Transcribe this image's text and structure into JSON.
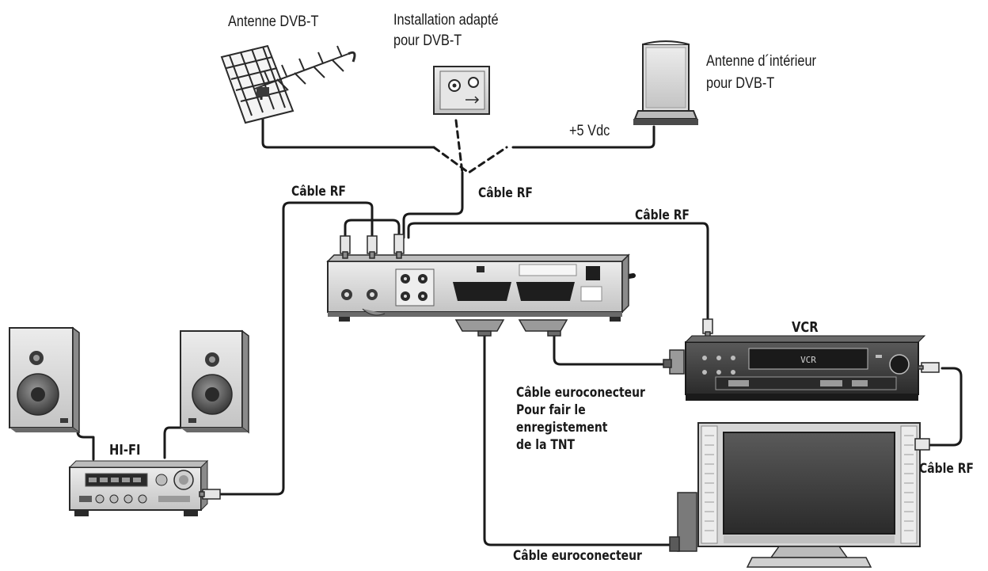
{
  "labels": {
    "antenna_dvbt": "Antenne DVB-T",
    "installation_line1": "Installation adapté",
    "installation_line2": "pour DVB-T",
    "indoor_antenna_line1": "Antenne d´intérieur",
    "indoor_antenna_line2": "pour DVB-T",
    "power_5vdc": "+5 Vdc",
    "cable_rf_left": "Câble RF",
    "cable_rf_center": "Câble RF",
    "cable_rf_right": "Câble RF",
    "cable_rf_vcr_tv": "Câble RF",
    "vcr": "VCR",
    "vcr_display": "VCR",
    "hifi": "HI-FI",
    "euro_record_line1": "Câble euroconecteur",
    "euro_record_line2": "Pour fair le",
    "euro_record_line3": "enregistement",
    "euro_record_line4": "de la TNT",
    "euro_tv": "Câble euroconecteur"
  },
  "icons": [
    "outdoor-antenna-icon",
    "wall-socket-icon",
    "indoor-antenna-icon",
    "dvb-receiver-icon",
    "vcr-icon",
    "tv-icon",
    "hifi-amplifier-icon",
    "speaker-icon"
  ],
  "colors": {
    "line": "#1a1a1a",
    "device_face": "#d8d8d8",
    "device_shadow": "#8a8a8a",
    "dark_panel": "#2a2a2a"
  }
}
